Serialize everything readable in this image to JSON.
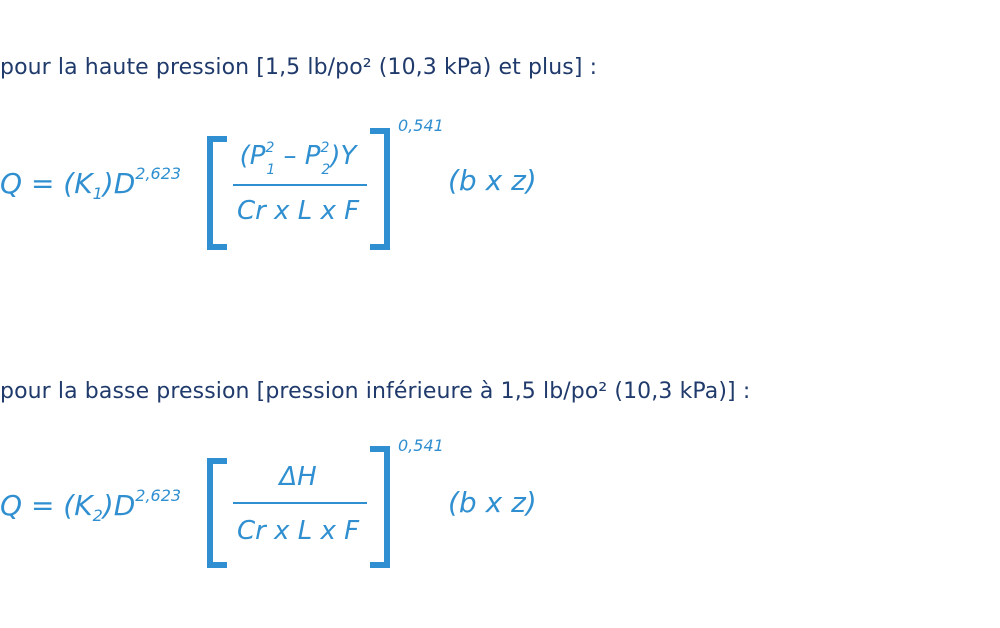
{
  "headings": {
    "high": "pour la haute pression [1,5 lb/po² (10,3 kPa) et plus] :",
    "low": "pour la basse pression [pression inférieure à 1,5 lb/po² (10,3 kPa)] :"
  },
  "eq1": {
    "lhs_prefix": "Q = (K",
    "k_sub": "1",
    "lhs_mid": ")D",
    "d_exp": "2,623",
    "num_p1": "(P",
    "num_p1_sup": "2",
    "num_p1_sub": "1",
    "num_minus": " – P",
    "num_p2_sup": "2",
    "num_p2_sub": "2",
    "num_end": ")Y",
    "denominator": "Cr x L x F",
    "exponent": "0,541",
    "factor": "(b x z)"
  },
  "eq2": {
    "lhs_prefix": "Q = (K",
    "k_sub": "2",
    "lhs_mid": ")D",
    "d_exp": "2,623",
    "numerator": "ΔH",
    "denominator": "Cr x L x F",
    "exponent": "0,541",
    "factor": "(b x z)"
  },
  "colors": {
    "heading": "#1f3a6b",
    "formula": "#2f8fd0"
  }
}
